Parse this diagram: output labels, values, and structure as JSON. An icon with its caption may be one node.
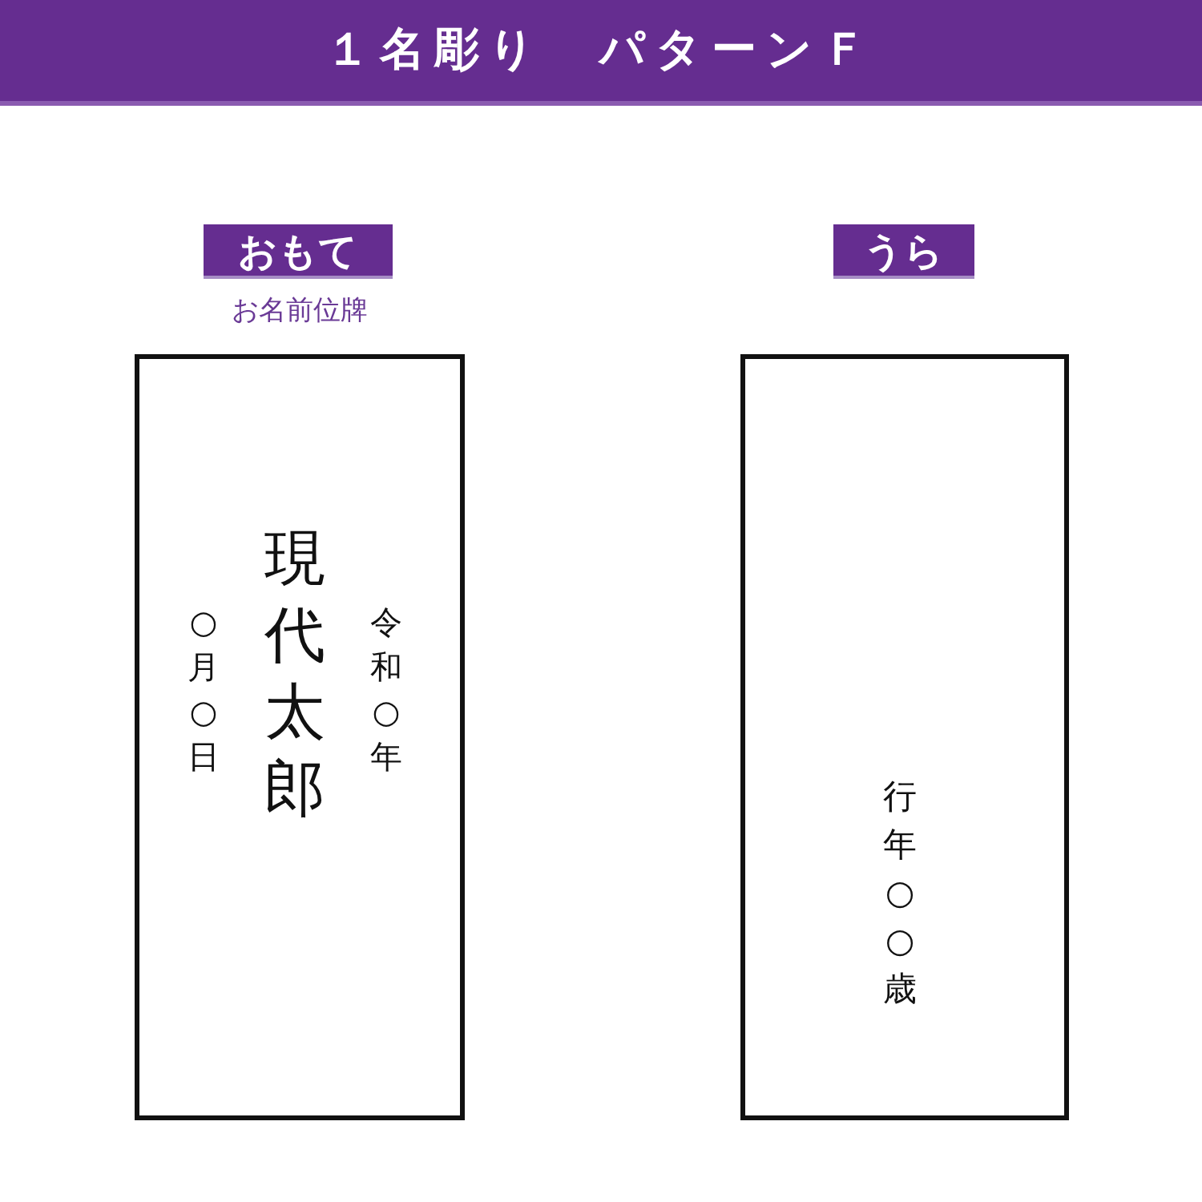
{
  "diagram": {
    "title": "１名彫り　パターンＦ",
    "nodes": [
      {
        "text": [
          "おもて"
        ],
        "beside": [
          "お名前位牌"
        ]
      },
      {
        "text": [
          "○月○日",
          "現代太郎",
          "令和○年"
        ]
      },
      {
        "text": [
          "うら"
        ]
      },
      {
        "text": [
          "行年○○歳"
        ]
      }
    ],
    "edges": []
  }
}
